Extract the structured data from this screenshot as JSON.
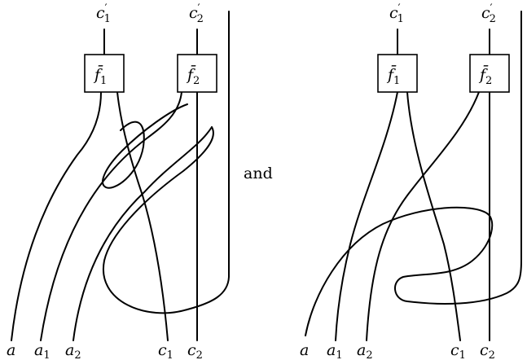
{
  "connector": "and",
  "diagrams": [
    {
      "boxes": [
        {
          "main": "f̄",
          "sub": "1"
        },
        {
          "main": "f̄",
          "sub": "2"
        }
      ],
      "top_labels": [
        {
          "main": "c",
          "sub": "1",
          "prime": "′"
        },
        {
          "main": "c",
          "sub": "2",
          "prime": "′"
        }
      ],
      "bottom_labels": [
        {
          "main": "a",
          "sub": ""
        },
        {
          "main": "a",
          "sub": "1"
        },
        {
          "main": "a",
          "sub": "2"
        },
        {
          "main": "c",
          "sub": "1"
        },
        {
          "main": "c",
          "sub": "2"
        }
      ]
    },
    {
      "boxes": [
        {
          "main": "f̄",
          "sub": "1"
        },
        {
          "main": "f̄",
          "sub": "2"
        }
      ],
      "top_labels": [
        {
          "main": "c",
          "sub": "1",
          "prime": "′"
        },
        {
          "main": "c",
          "sub": "2",
          "prime": "′"
        }
      ],
      "bottom_labels": [
        {
          "main": "a",
          "sub": ""
        },
        {
          "main": "a",
          "sub": "1"
        },
        {
          "main": "a",
          "sub": "2"
        },
        {
          "main": "c",
          "sub": "1"
        },
        {
          "main": "c",
          "sub": "2"
        }
      ]
    }
  ]
}
